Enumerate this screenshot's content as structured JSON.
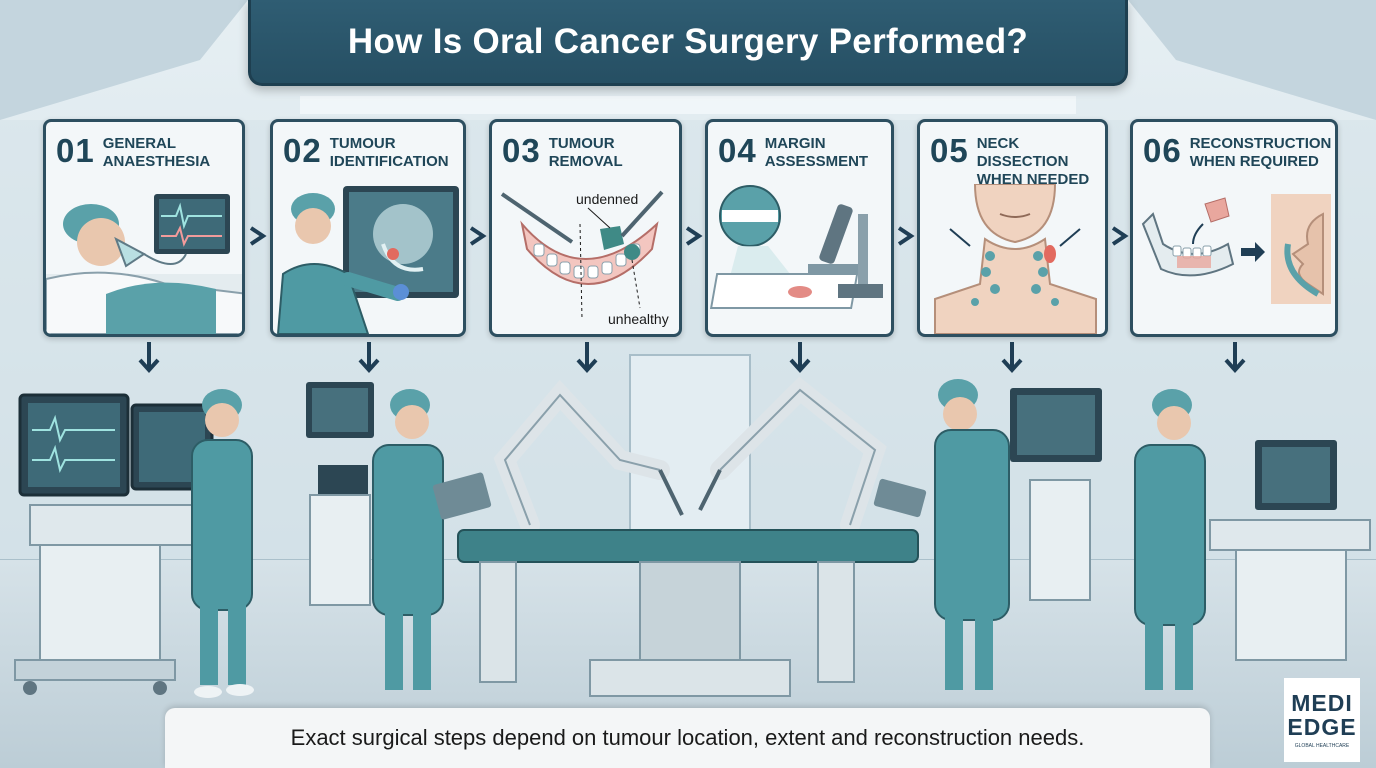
{
  "title": "How Is Oral Cancer Surgery Performed?",
  "steps": [
    {
      "num": "01",
      "label": "General Anaesthesia"
    },
    {
      "num": "02",
      "label": "Tumour Identification"
    },
    {
      "num": "03",
      "label": "Tumour Removal"
    },
    {
      "num": "04",
      "label": "Margin Assessment"
    },
    {
      "num": "05",
      "label": "Neck Dissection When Needed"
    },
    {
      "num": "06",
      "label": "Reconstruction When Required"
    }
  ],
  "step3_annotations": {
    "top": "undenned",
    "bottom": "unhealthy"
  },
  "footer": "Exact surgical steps depend on tumour location, extent and reconstruction needs.",
  "logo": {
    "line1": "MEDI",
    "line2": "EDGE",
    "tagline": "GLOBAL HEALTHCARE"
  },
  "colors": {
    "accent": "#2f5d73",
    "scrub": "#4f9aa3",
    "panel": "#f3f7f9"
  }
}
